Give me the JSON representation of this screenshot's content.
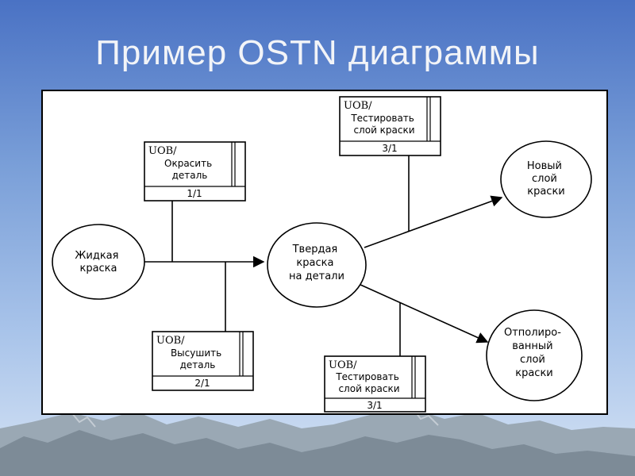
{
  "slide": {
    "title": "Пример OSTN диаграммы"
  },
  "diagram": {
    "states": {
      "liquid": [
        "Жидкая",
        "краска"
      ],
      "solid": [
        "Твердая",
        "краска",
        "на детали"
      ],
      "new_layer": [
        "Новый",
        "слой",
        "краски"
      ],
      "polished": [
        "Отполиро-",
        "ванный",
        "слой",
        "краски"
      ]
    },
    "uobs": {
      "paint": {
        "label": "UOB/",
        "lines": [
          "Окрасить",
          "деталь"
        ],
        "number": "1/1"
      },
      "dry": {
        "label": "UOB/",
        "lines": [
          "Высушить",
          "деталь"
        ],
        "number": "2/1"
      },
      "test_top": {
        "label": "UOB/",
        "lines": [
          "Тестировать",
          "слой краски"
        ],
        "number": "3/1"
      },
      "test_bottom": {
        "label": "UOB/",
        "lines": [
          "Тестировать",
          "слой краски"
        ],
        "number": "3/1"
      }
    }
  },
  "colors": {
    "sky_top": "#4a72c4",
    "sky_bottom": "#d4e2f4",
    "mountain": "#8c9aa6",
    "title": "#f2f4f8"
  }
}
